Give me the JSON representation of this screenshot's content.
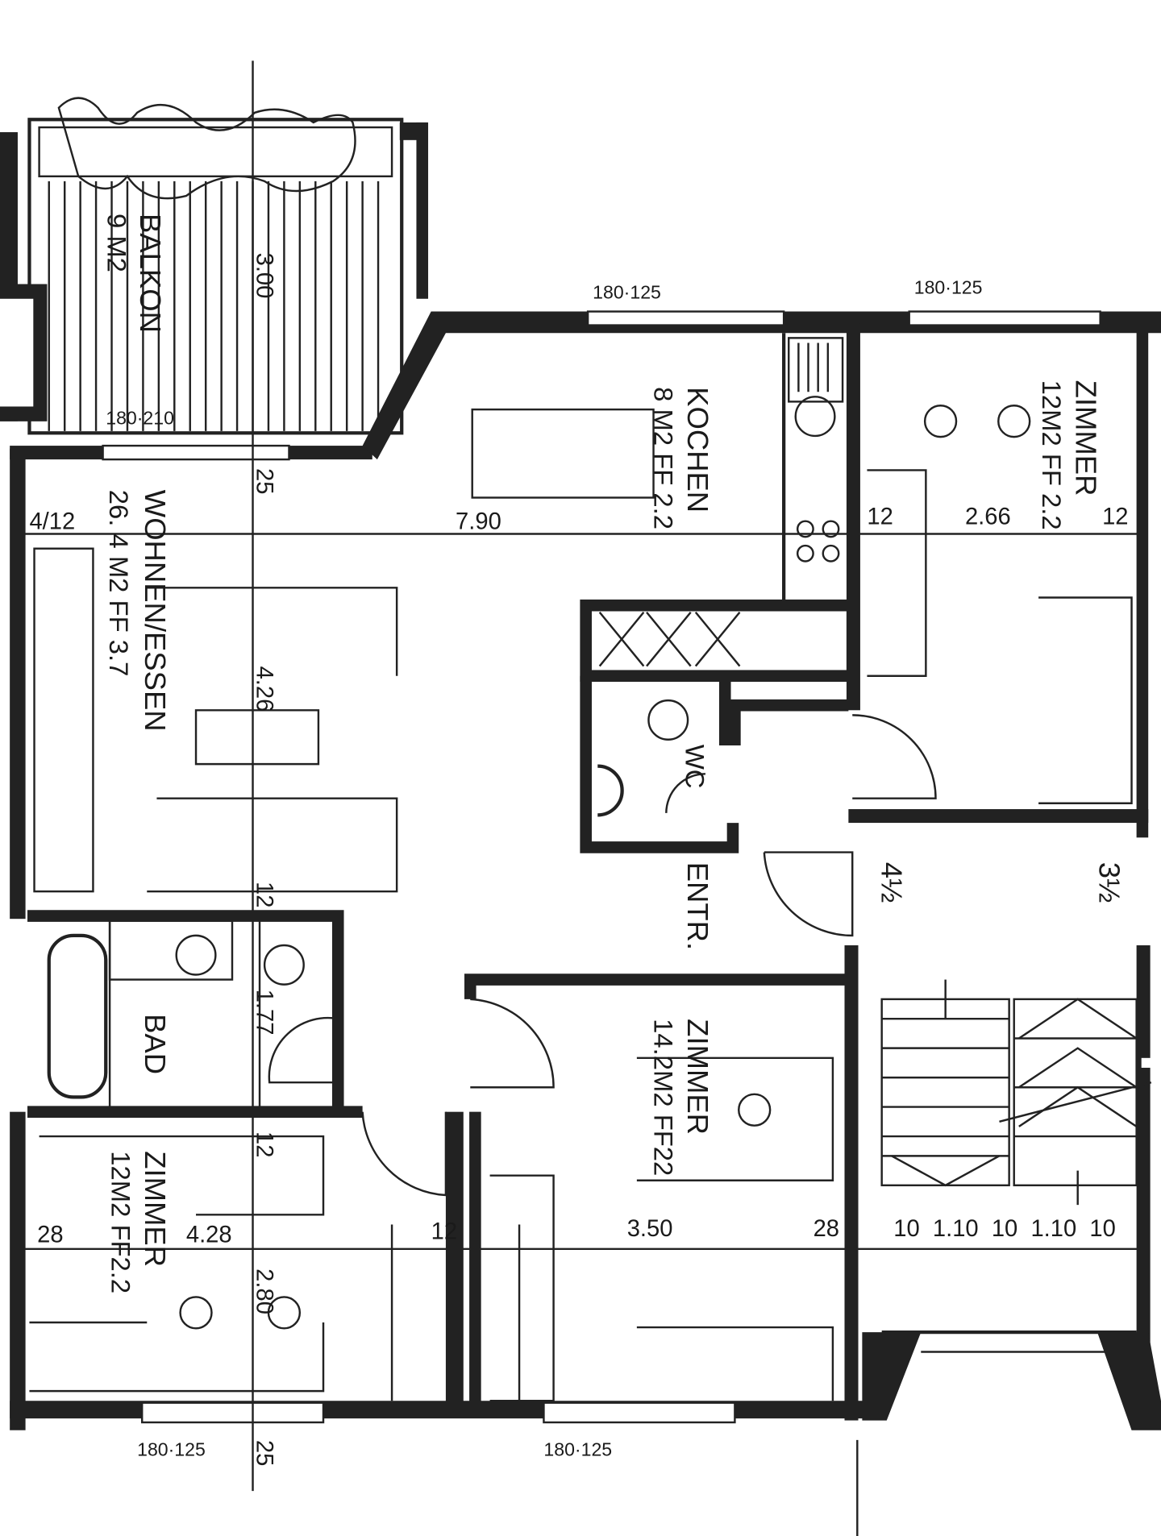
{
  "plan": {
    "balkon": {
      "name": "BALKON",
      "area": "9 M2",
      "dim": "3.00",
      "window": "180·210"
    },
    "wohnen": {
      "name": "WOHNEN/ESSEN",
      "area": "26. 4 M2 FF 3.7",
      "dim_left": "4/12",
      "dim_width": "7.90",
      "dim_depth": "4.26",
      "dim_top": "25",
      "dim_wall": "12"
    },
    "kochen": {
      "name": "KOCHEN",
      "area": "8 M2 FF 2.2",
      "window": "180·125"
    },
    "zimmer_ne": {
      "name": "ZIMMER",
      "area": "12M2 FF 2.2",
      "window": "180·125",
      "dim_wall_l": "12",
      "dim_width": "2.66",
      "dim_wall_r": "12"
    },
    "wc": {
      "name": "WC"
    },
    "entr": {
      "name": "ENTR."
    },
    "apt_left": "4½",
    "apt_right": "3½",
    "bad": {
      "name": "BAD",
      "dim": "1.77"
    },
    "zimmer_sw": {
      "name": "ZIMMER",
      "area": "12M2 FF2.2",
      "dim_wall": "12",
      "dim_left": "28",
      "dim_width": "4.28",
      "dim_depth": "2.80",
      "window": "180·125",
      "dim_bottom": "25"
    },
    "zimmer_s": {
      "name": "ZIMMER",
      "area": "14.2M2 FF22",
      "dim_wall_l": "12",
      "dim_width": "3.50",
      "dim_wall_r": "28",
      "window": "180·125"
    },
    "stair": {
      "dims": "10  1.10  10  1.10  10"
    }
  }
}
